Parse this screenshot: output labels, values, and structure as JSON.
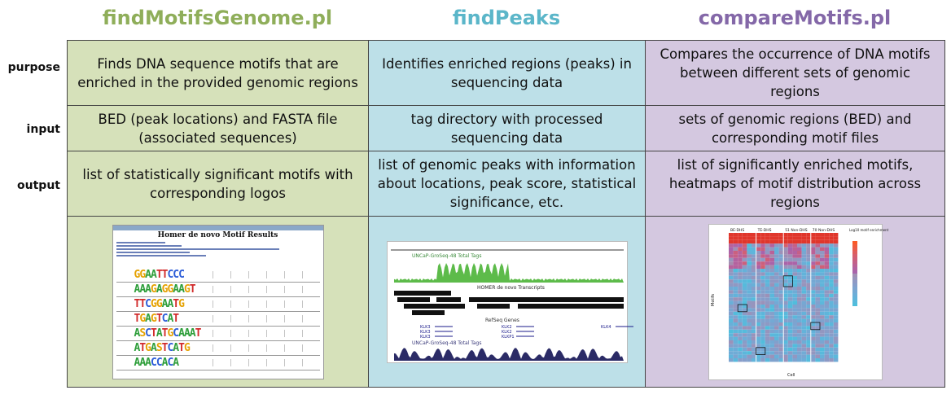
{
  "columns": [
    {
      "title": "findMotifsGenome.pl"
    },
    {
      "title": "findPeaks"
    },
    {
      "title": "compareMotifs.pl"
    }
  ],
  "rows": [
    {
      "label": "purpose",
      "cells": [
        "Finds DNA sequence motifs that are enriched in the provided genomic regions",
        "Identifies enriched regions (peaks) in sequencing data",
        "Compares the occurrence of DNA motifs between different sets of genomic regions"
      ]
    },
    {
      "label": "input",
      "cells": [
        "BED (peak locations) and FASTA file (associated sequences)",
        "tag directory with processed sequencing data",
        "sets of genomic regions (BED) and corresponding motif files"
      ]
    },
    {
      "label": "output",
      "cells": [
        "list of statistically significant motifs with corresponding logos",
        "list of genomic peaks with information about locations, peak score, statistical significance, etc.",
        "list of significantly enriched motifs, heatmaps of motif distribution across regions"
      ]
    }
  ],
  "screenshots": {
    "motif_results": {
      "title": "Homer de novo Motif Results",
      "motifs": [
        "GGAATTCCC",
        "AAAGAGGAAGT",
        "TTCGGAATG",
        "TGAGTCAT",
        "ASCTATGCAAAT",
        "ATGASTCATG",
        "AAACCACA"
      ]
    },
    "browser": {
      "track1": "UNCaP-GroSeq-48 Total Tags",
      "track2": "HOMER de novo Transcripts",
      "track3": "RefSeq Genes",
      "track4": "UNCaP-GroSeq-48 Total Tags",
      "genes": [
        "KLK3",
        "KLK3",
        "KLK3",
        "KLK2",
        "KLK2",
        "KLKP1",
        "KLK4"
      ]
    },
    "heatmap": {
      "ylabel": "Motifs",
      "xlabel": "Cell",
      "legend_title": "Log10 motif enrichment",
      "headers": [
        "BE-DHS",
        "TE-DHS",
        "51 Non-DHS",
        "70 Non-DHS"
      ]
    }
  },
  "colors": {
    "col1_title": "#8fae5a",
    "col2_title": "#5bb6c9",
    "col3_title": "#8468a8",
    "col1_bg": "#d6e1ba",
    "col2_bg": "#bde0e8",
    "col3_bg": "#d4c8e0"
  }
}
